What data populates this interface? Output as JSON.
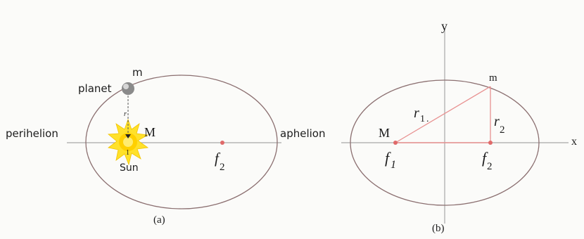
{
  "panel_a": {
    "caption": "(a)",
    "label_m": "m",
    "label_planet": "planet",
    "label_M": "M",
    "label_sun": "Sun",
    "label_perihelion": "perihelion",
    "label_aphelion": "aphelion",
    "label_r": "r",
    "label_r1_sub": "1",
    "label_f2": "f",
    "label_f2_sub": "2"
  },
  "panel_b": {
    "caption": "(b)",
    "label_y": "y",
    "label_x": "x",
    "label_m": "m",
    "label_M": "M",
    "label_r1": "r",
    "label_r1_sub": "1",
    "label_r1_dot": ".",
    "label_r2": "r",
    "label_r2_sub": "2",
    "label_f1": "f",
    "label_f1_sub": "1",
    "label_f2": "f",
    "label_f2_sub": "2"
  },
  "colors": {
    "ellipse": "#8b6f70",
    "axis": "#a8a8a8",
    "focus": "#e06a6a",
    "sun": "#ffe12a",
    "sun_core": "#ffc400",
    "red_line": "#e89090"
  }
}
